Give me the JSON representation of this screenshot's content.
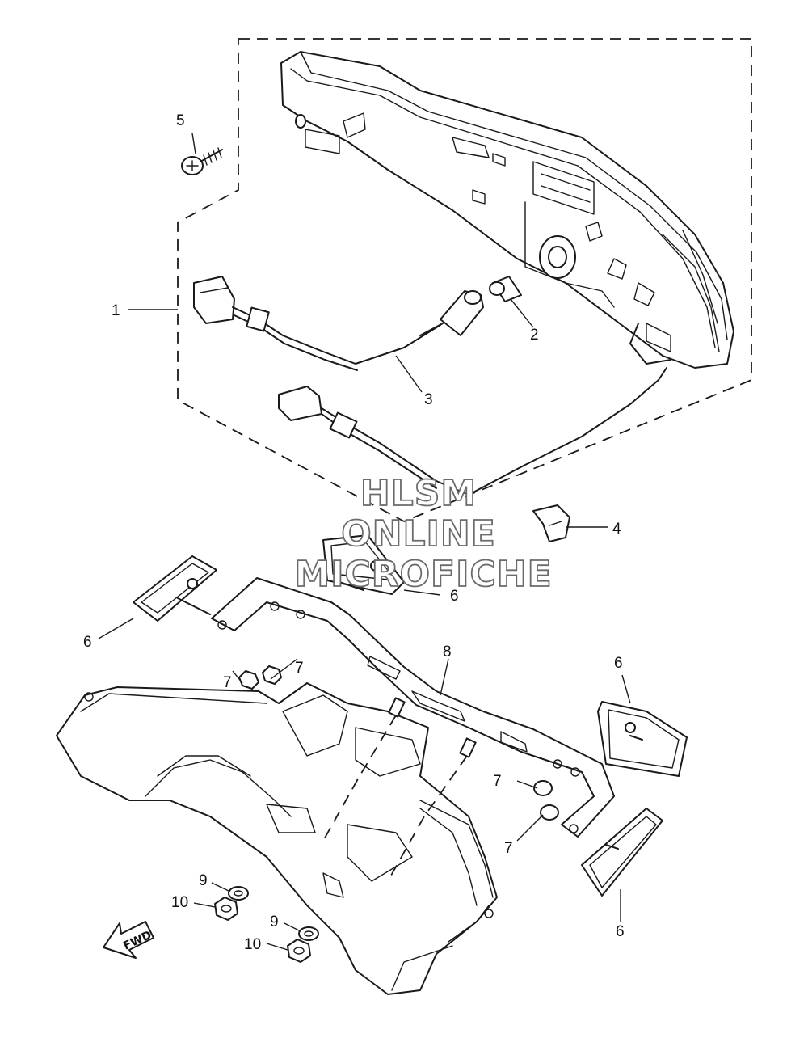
{
  "callouts": {
    "c1": "1",
    "c2": "2",
    "c3": "3",
    "c4": "4",
    "c5": "5",
    "c6a": "6",
    "c6b": "6",
    "c6c": "6",
    "c6d": "6",
    "c7a": "7",
    "c7b": "7",
    "c7c": "7",
    "c7d": "7",
    "c8": "8",
    "c9a": "9",
    "c9b": "9",
    "c10a": "10",
    "c10b": "10"
  },
  "watermark": {
    "line1": "HLSM",
    "line2": "ONLINE",
    "line3": "MICROFICHE"
  },
  "fwd_arrow": {
    "label": "FWD",
    "icon": "fwd-arrow-icon"
  }
}
